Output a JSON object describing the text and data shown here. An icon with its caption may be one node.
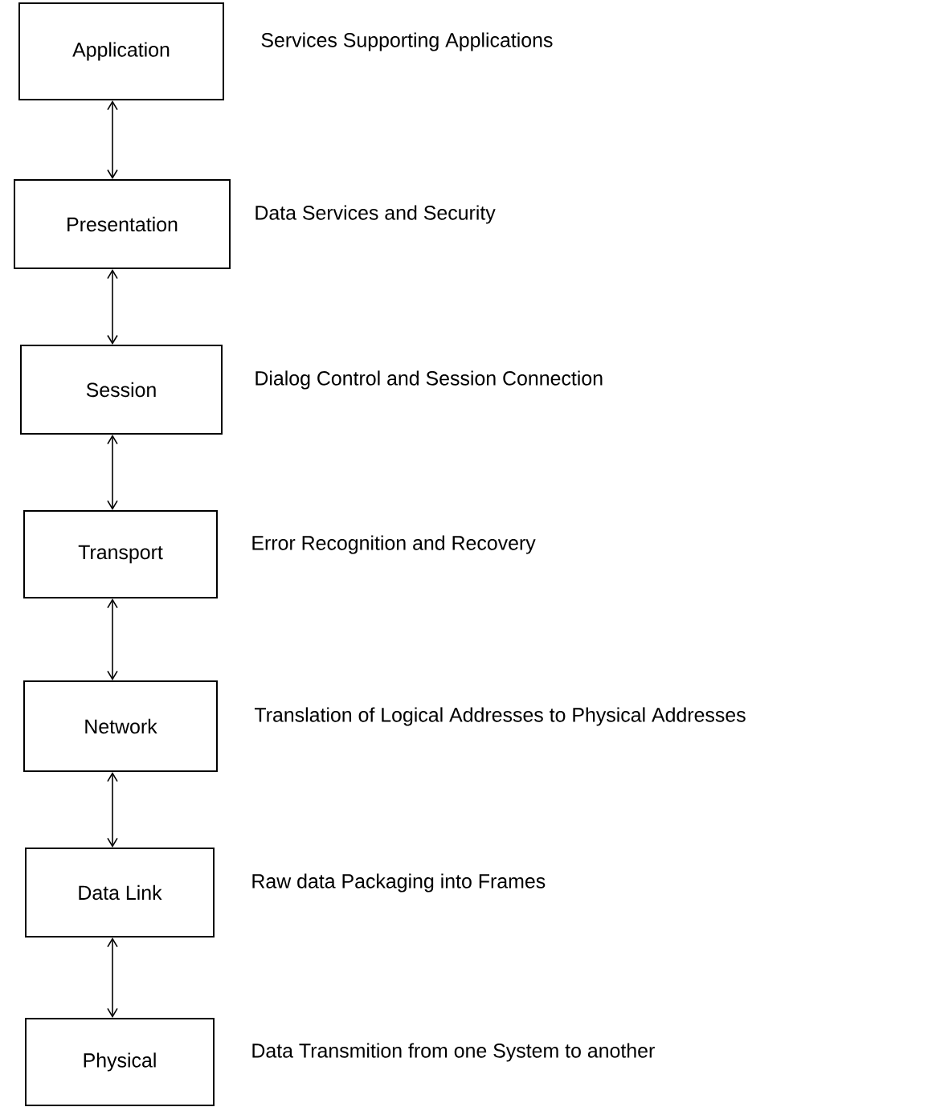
{
  "diagram": {
    "nodes": [
      {
        "text": [
          "Application"
        ],
        "beside": [
          "Services Supporting Applications"
        ]
      },
      {
        "text": [
          "Presentation"
        ],
        "beside": [
          "Data Services and Security"
        ]
      },
      {
        "text": [
          "Session"
        ],
        "beside": [
          "Dialog Control and Session Connection"
        ]
      },
      {
        "text": [
          "Transport"
        ],
        "beside": [
          "Error Recognition and Recovery"
        ]
      },
      {
        "text": [
          "Network"
        ],
        "beside": [
          "Translation of Logical Addresses to Physical Addresses"
        ]
      },
      {
        "text": [
          "Data Link"
        ],
        "beside": [
          "Raw data Packaging into Frames"
        ]
      },
      {
        "text": [
          "Physical"
        ],
        "beside": [
          "Data Transmition from one System to another"
        ]
      }
    ],
    "edges": [
      {
        "from": 0,
        "to": 1,
        "arrow": "both"
      },
      {
        "from": 1,
        "to": 2,
        "arrow": "both"
      },
      {
        "from": 2,
        "to": 3,
        "arrow": "both"
      },
      {
        "from": 3,
        "to": 4,
        "arrow": "both"
      },
      {
        "from": 4,
        "to": 5,
        "arrow": "both"
      },
      {
        "from": 5,
        "to": 6,
        "arrow": "both"
      }
    ]
  }
}
